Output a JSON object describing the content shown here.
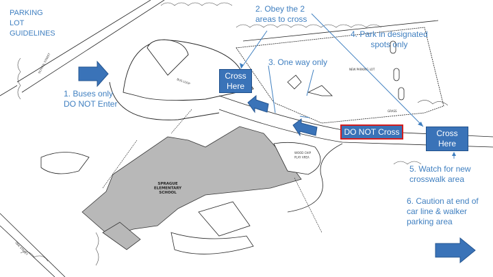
{
  "title": "PARKING\nLOT\nGUIDELINES",
  "annotations": {
    "buses": "1. Buses only\nDO NOT Enter",
    "obey": "2. Obey the 2\nareas to cross",
    "one_way": "3. One way only",
    "park": "4. Park in designated\nspots      only",
    "watch": "5. Watch for new\ncrosswalk area",
    "caution": "6. Caution at end of\ncar line & walker\nparking area"
  },
  "callouts": {
    "cross_here_1": "Cross\nHere",
    "cross_here_2": "Cross\nHere",
    "do_not_cross": "DO NOT Cross"
  },
  "map_labels": {
    "school": "SPRAGUE\nELEMENTARY\nSCHOOL",
    "school_street": "SCHOOL STREET",
    "oak_street": "OAK STREET",
    "parking_lot": "NEW PARKING LOT",
    "play_area": "WOOD CHIP\nPLAY AREA",
    "bus_loop": "BUS LOOP",
    "grass": "GRASS"
  },
  "colors": {
    "annotation_text": "#3f7fc0",
    "callout_fill": "#3a73b8",
    "do_not_cross_border": "#d41c1c",
    "arrow": "#3a73b8",
    "building": "#b8b8b8"
  }
}
